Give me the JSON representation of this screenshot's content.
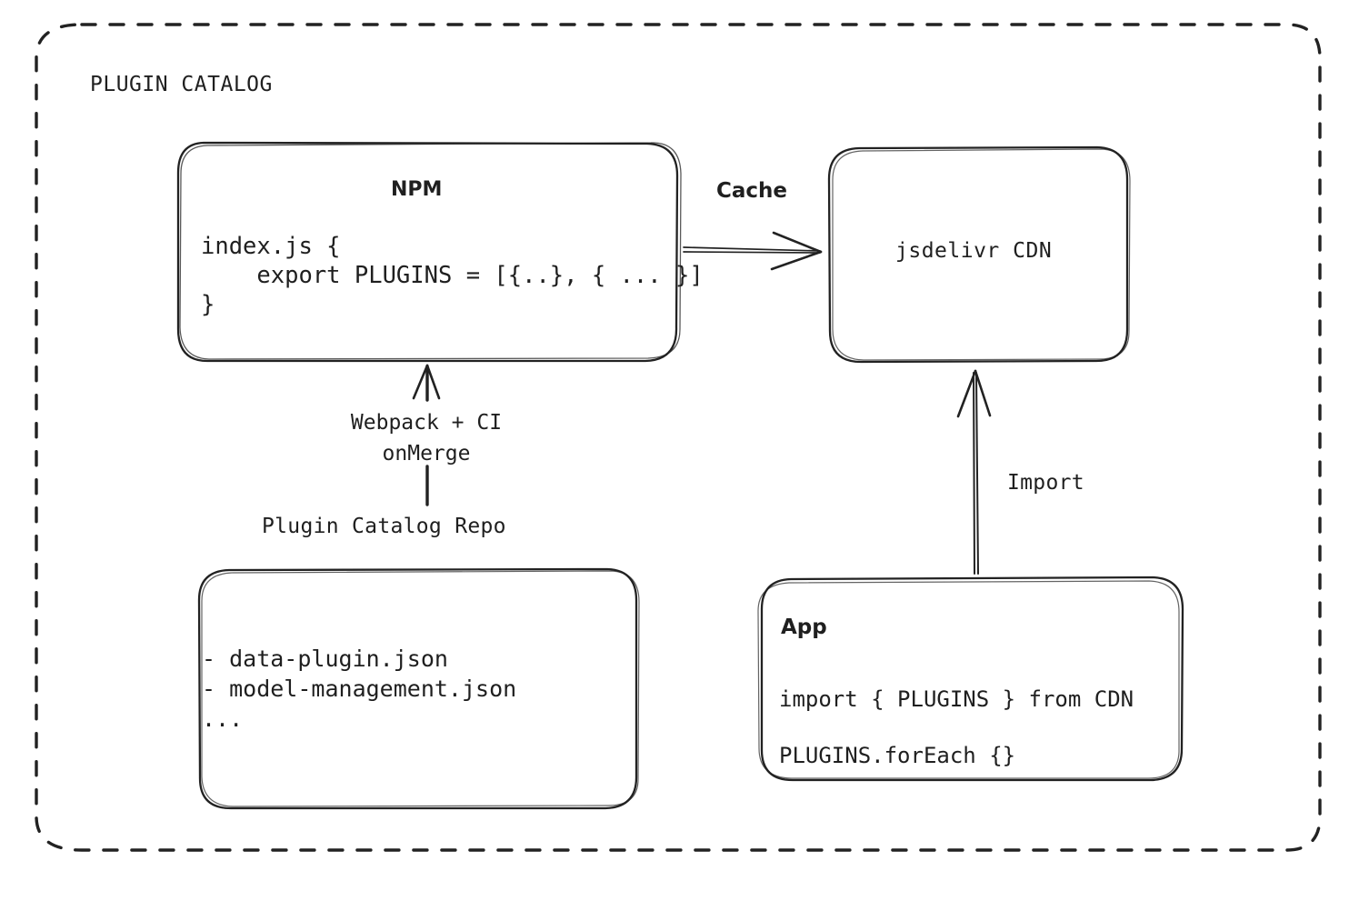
{
  "container": {
    "title": "PLUGIN CATALOG",
    "border_style": "dashed",
    "border_color": "#1f1f1f"
  },
  "nodes": {
    "npm": {
      "title": "NPM",
      "code_lines": [
        "index.js {",
        "    export PLUGINS = [{..}, { ... }]",
        "}"
      ],
      "code_text": "index.js {\n    export PLUGINS = [{..}, { ... }]\n}"
    },
    "cdn": {
      "title": "jsdelivr CDN"
    },
    "repo": {
      "caption": "Plugin Catalog Repo",
      "file_lines": [
        "- data-plugin.json",
        "- model-management.json",
        "..."
      ],
      "file_text": "- data-plugin.json\n- model-management.json\n..."
    },
    "app": {
      "title": "App",
      "code_lines": [
        "import { PLUGINS } from CDN",
        "PLUGINS.forEach {}"
      ],
      "code_text": "import { PLUGINS } from CDN\nPLUGINS.forEach {}"
    }
  },
  "edges": {
    "npm_to_cdn": {
      "label": "Cache",
      "direction": "right"
    },
    "repo_to_npm": {
      "label": "Webpack + CI\nonMerge",
      "label_line_1": "Webpack + CI",
      "label_line_2": "onMerge",
      "direction": "up"
    },
    "app_to_cdn": {
      "label": "Import",
      "direction": "up"
    }
  },
  "colors": {
    "ink": "#1f1f1f",
    "background": "#ffffff",
    "stroke": "#222222"
  }
}
